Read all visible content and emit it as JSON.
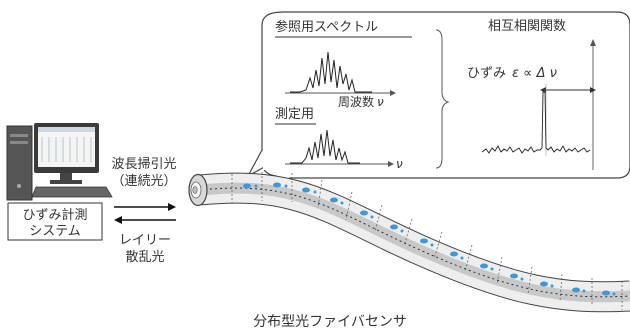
{
  "computer": {
    "box_label_line1": "ひずみ計測",
    "box_label_line2": "システム"
  },
  "signals": {
    "swept_light_line1": "波長掃引光",
    "swept_light_line2": "（連続光）",
    "rayleigh_line1": "レイリー",
    "rayleigh_line2": "散乱光"
  },
  "fiber": {
    "caption": "分布型光ファイバセンサ"
  },
  "callout": {
    "reference_title": "参照用スペクトル",
    "frequency_label": "周波数",
    "frequency_symbol": "ν",
    "measurement_title": "測定用",
    "measurement_axis_symbol": "ν",
    "correlation_title": "相互相関関数",
    "strain_label": "ひずみ",
    "strain_formula": "ε ∝ Δ ν"
  },
  "colors": {
    "accent_blue": "#3a9ad9",
    "line_dark": "#333333",
    "fiber_fill": "#e8e8e8",
    "fiber_core": "#c4c4c4"
  }
}
